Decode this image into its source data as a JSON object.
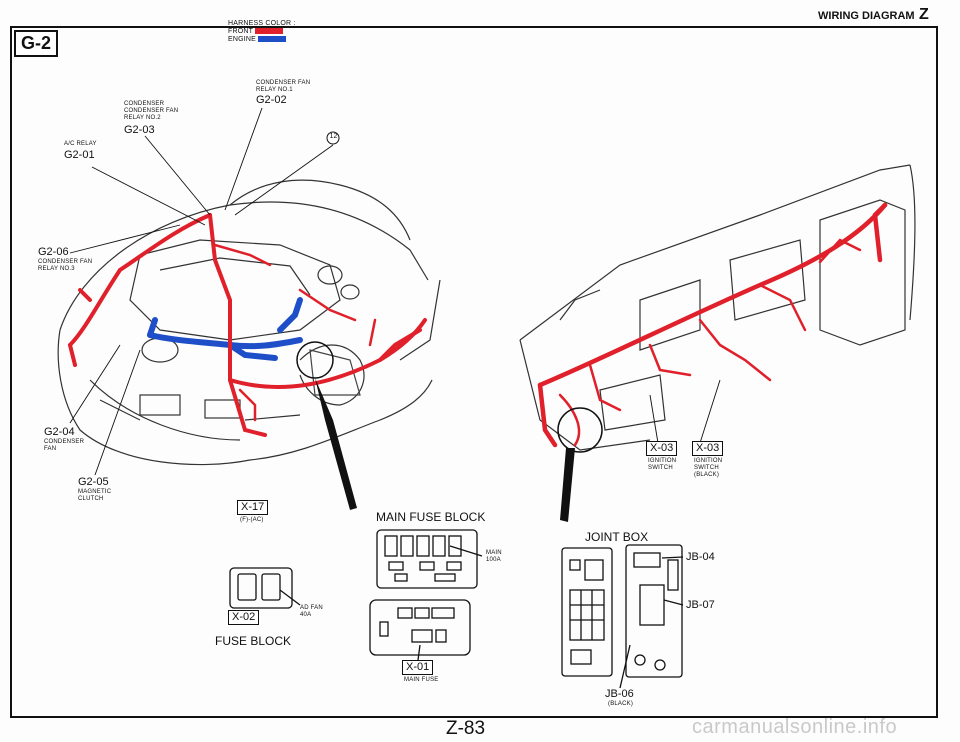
{
  "header": {
    "harness_color_label": "HARNESS COLOR :",
    "front_label": "FRONT",
    "engine_label": "ENGINE",
    "front_color": "#e0202a",
    "engine_color": "#1f4fc8",
    "diagram_title": "WIRING DIAGRAM",
    "section_letter": "Z"
  },
  "page_code": "G-2",
  "page_number": "Z-83",
  "callouts": {
    "g202": {
      "title": "CONDENSER FAN\nRELAY NO.1",
      "code": "G2-02"
    },
    "g203": {
      "title": "CONDENSER\nCONDENSER FAN\nRELAY NO.2",
      "code": "G2-03"
    },
    "g201": {
      "title": "A/C RELAY",
      "code": "G2-01"
    },
    "ref12": "12",
    "g206": {
      "code": "G2-06",
      "title": "CONDENSER FAN\nRELAY NO.3"
    },
    "g204": {
      "code": "G2-04",
      "title": "CONDENSER\nFAN"
    },
    "g205": {
      "code": "G2-05",
      "title": "MAGNETIC\nCLUTCH"
    }
  },
  "connectors": {
    "x17": {
      "code": "X-17",
      "note": "(F)-(AC)"
    },
    "x03a": {
      "code": "X-03",
      "title": "IGNITION\nSWITCH"
    },
    "x03b": {
      "code": "X-03",
      "title": "IGNITION\nSWITCH\n(BLACK)"
    },
    "x02": {
      "code": "X-02"
    },
    "x01": {
      "code": "X-01",
      "title": "MAIN FUSE"
    }
  },
  "main_fuse_block": {
    "title": "MAIN FUSE BLOCK",
    "main_note": "MAIN\n100A"
  },
  "fuse_block": {
    "title": "FUSE BLOCK",
    "ad_fan_note": "AD FAN\n40A"
  },
  "joint_box": {
    "title": "JOINT BOX",
    "jb04": "JB-04",
    "jb07": "JB-07",
    "jb06": "JB-06",
    "jb06_note": "(BLACK)"
  },
  "watermark": "carmanualsonline.info"
}
